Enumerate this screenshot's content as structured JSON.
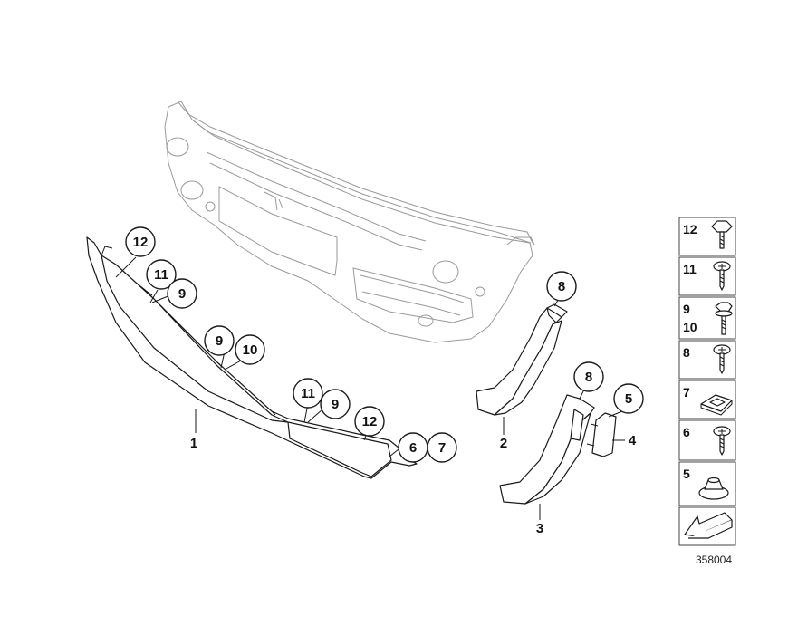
{
  "diagram_id": "358004",
  "callouts": {
    "c12a": "12",
    "c11a": "11",
    "c9a": "9",
    "c9b": "9",
    "c10b": "10",
    "c11c": "11",
    "c9c": "9",
    "c12d": "12",
    "c6": "6",
    "c7": "7",
    "c8a": "8",
    "c8b": "8",
    "c5": "5"
  },
  "part_labels": {
    "p1": "1",
    "p2": "2",
    "p3": "3",
    "p4": "4"
  },
  "legend": {
    "items": [
      {
        "label": "12",
        "icon": "hex-flange-bolt-icon"
      },
      {
        "label": "11",
        "icon": "torx-screw-icon"
      },
      {
        "label": "9",
        "label2": "10",
        "icon": "hex-flange-bolt-with-washer-icon"
      },
      {
        "label": "8",
        "icon": "torx-screw-icon"
      },
      {
        "label": "7",
        "icon": "spring-nut-clip-icon"
      },
      {
        "label": "6",
        "icon": "torx-screw-icon"
      },
      {
        "label": "5",
        "icon": "expanding-rivet-nut-icon"
      },
      {
        "label": "",
        "icon": "direction-arrow-icon"
      }
    ]
  }
}
